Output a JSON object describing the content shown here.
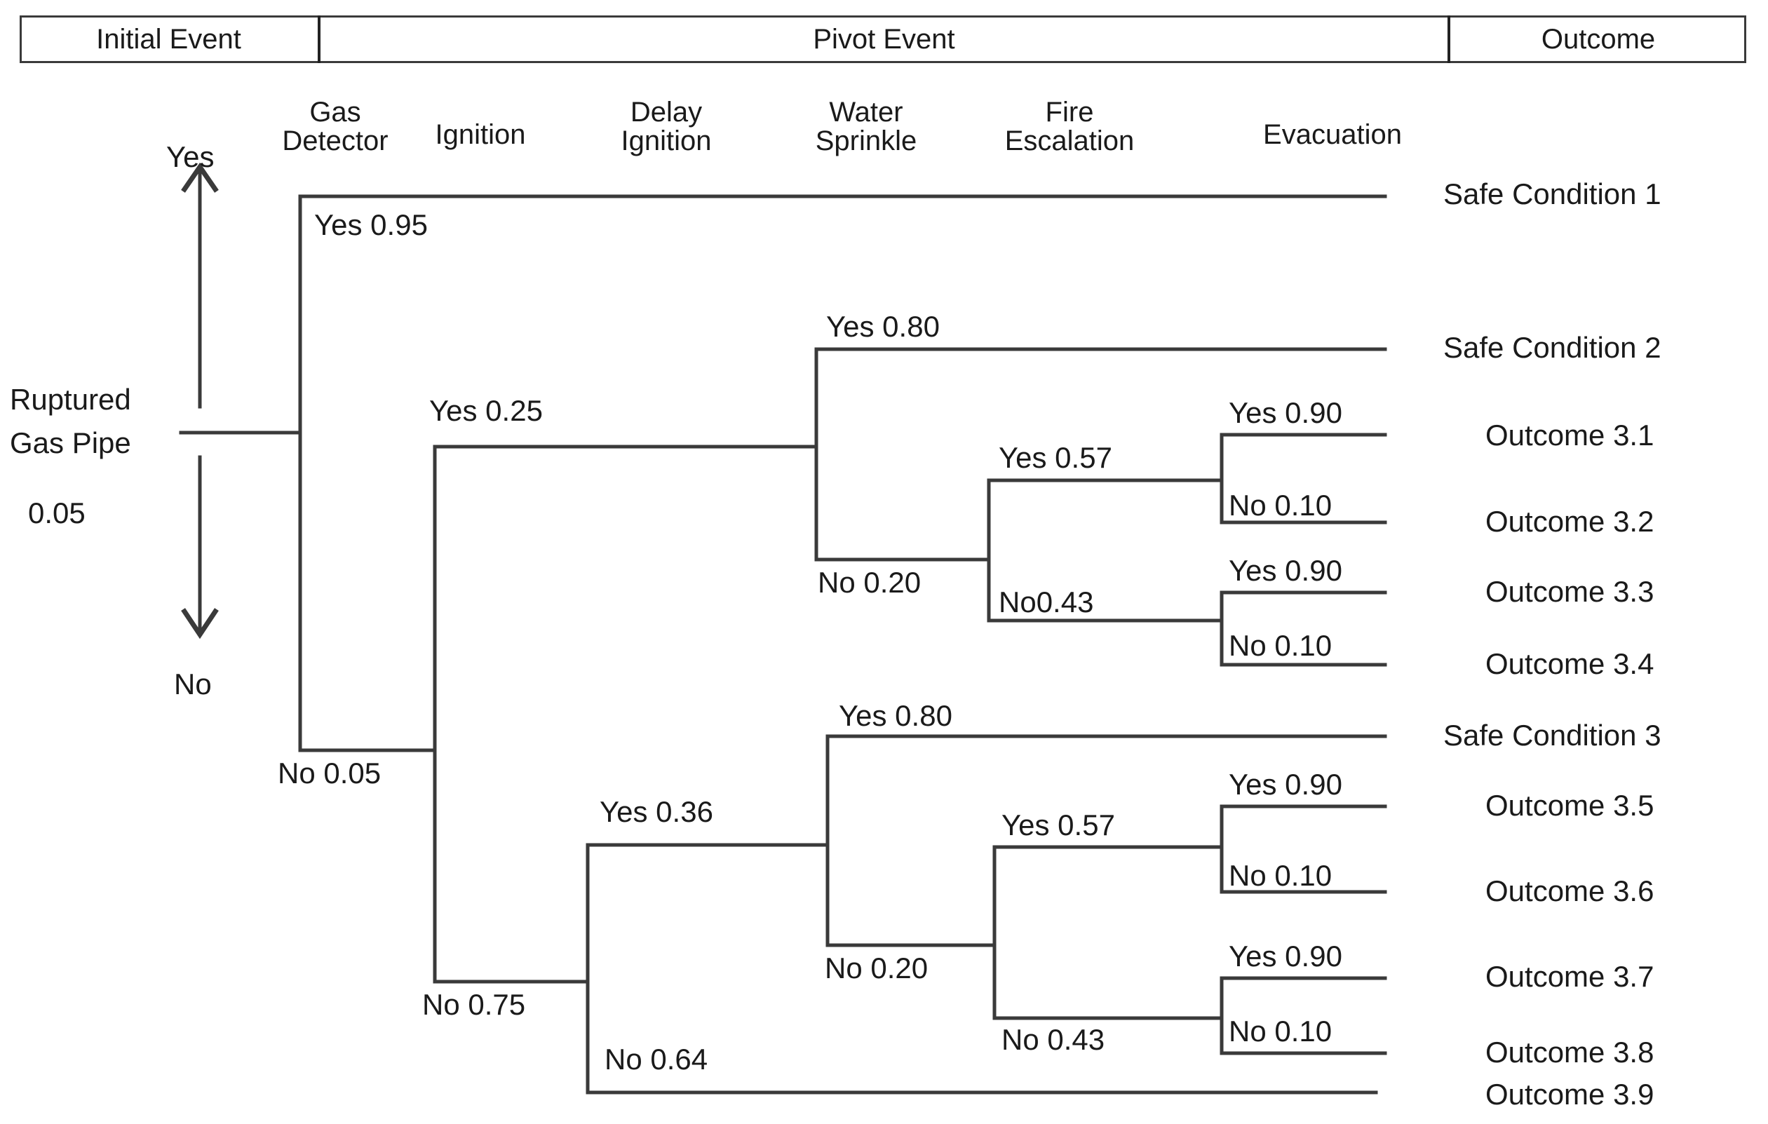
{
  "header": {
    "columns": [
      {
        "key": "initial",
        "label": "Initial Event"
      },
      {
        "key": "pivot",
        "label": "Pivot Event"
      },
      {
        "key": "outcome",
        "label": "Outcome"
      }
    ]
  },
  "pivot_columns": [
    {
      "key": "gas-detector",
      "line1": "Gas",
      "line2": "Detector"
    },
    {
      "key": "ignition",
      "line1": "",
      "line2": "Ignition"
    },
    {
      "key": "delay-ignition",
      "line1": "Delay",
      "line2": "Ignition"
    },
    {
      "key": "water-sprinkle",
      "line1": "Water",
      "line2": "Sprinkle"
    },
    {
      "key": "fire-escalation",
      "line1": "Fire",
      "line2": "Escalation"
    },
    {
      "key": "evacuation",
      "line1": "",
      "line2": "Evacuation"
    }
  ],
  "initial_event": {
    "yes_label": "Yes",
    "no_label": "No",
    "name_line1": "Ruptured",
    "name_line2": "Gas Pipe",
    "probability": "0.05"
  },
  "branches": {
    "gas_detector_yes": "Yes  0.95",
    "gas_detector_no": "No  0.05",
    "ignition_yes": "Yes  0.25",
    "ignition_no": "No  0.75",
    "delay_ignition_upper_yes": "Yes 0.80",
    "delay_ignition_upper_no": "No 0.20",
    "delay_ignition_lower_yes": "Yes 0.36",
    "delay_ignition_lower_no": "No 0.64",
    "water_sprinkle_lower_yes": "Yes 0.80",
    "water_sprinkle_lower_no": "No 0.20",
    "fire_escalation_u_yes": "Yes 0.57",
    "fire_escalation_u_no": "No0.43",
    "fire_escalation_l_yes": "Yes 0.57",
    "fire_escalation_l_no": "No  0.43",
    "evac_u1_yes": "Yes 0.90",
    "evac_u1_no": "No 0.10",
    "evac_u2_yes": "Yes 0.90",
    "evac_u2_no": "No 0.10",
    "evac_l1_yes": "Yes  0.90",
    "evac_l1_no": "No  0.10",
    "evac_l2_yes": "Yes 0.90",
    "evac_l2_no": "No 0.10"
  },
  "outcomes": [
    {
      "key": "safe-condition-1",
      "label": "Safe Condition 1"
    },
    {
      "key": "safe-condition-2",
      "label": "Safe Condition 2"
    },
    {
      "key": "outcome-3-1",
      "label": "Outcome 3.1"
    },
    {
      "key": "outcome-3-2",
      "label": "Outcome 3.2"
    },
    {
      "key": "outcome-3-3",
      "label": "Outcome 3.3"
    },
    {
      "key": "outcome-3-4",
      "label": "Outcome 3.4"
    },
    {
      "key": "safe-condition-3",
      "label": "Safe Condition 3"
    },
    {
      "key": "outcome-3-5",
      "label": "Outcome 3.5"
    },
    {
      "key": "outcome-3-6",
      "label": "Outcome 3.6"
    },
    {
      "key": "outcome-3-7",
      "label": "Outcome 3.7"
    },
    {
      "key": "outcome-3-8",
      "label": "Outcome 3.8"
    },
    {
      "key": "outcome-3-9",
      "label": "Outcome 3.9"
    }
  ],
  "colors": {
    "line": "#3a3a3a",
    "text": "#1a1a1a",
    "background": "#ffffff"
  },
  "chart_data": {
    "type": "tree",
    "title": "Event tree for ruptured gas pipe",
    "root": {
      "name": "Ruptured Gas Pipe",
      "probability": 0.05
    },
    "pivot_events": [
      "Gas Detector",
      "Ignition",
      "Delay Ignition",
      "Water Sprinkle",
      "Fire Escalation",
      "Evacuation"
    ],
    "paths": [
      {
        "outcome": "Safe Condition 1",
        "branches": [
          {
            "event": "Gas Detector",
            "answer": "Yes",
            "p": 0.95
          }
        ]
      },
      {
        "outcome": "Safe Condition 2",
        "branches": [
          {
            "event": "Gas Detector",
            "answer": "No",
            "p": 0.05
          },
          {
            "event": "Ignition",
            "answer": "Yes",
            "p": 0.25
          },
          {
            "event": "Delay Ignition",
            "answer": "Yes",
            "p": 0.8
          }
        ]
      },
      {
        "outcome": "Outcome 3.1",
        "branches": [
          {
            "event": "Gas Detector",
            "answer": "No",
            "p": 0.05
          },
          {
            "event": "Ignition",
            "answer": "Yes",
            "p": 0.25
          },
          {
            "event": "Delay Ignition",
            "answer": "No",
            "p": 0.2
          },
          {
            "event": "Fire Escalation",
            "answer": "Yes",
            "p": 0.57
          },
          {
            "event": "Evacuation",
            "answer": "Yes",
            "p": 0.9
          }
        ]
      },
      {
        "outcome": "Outcome 3.2",
        "branches": [
          {
            "event": "Gas Detector",
            "answer": "No",
            "p": 0.05
          },
          {
            "event": "Ignition",
            "answer": "Yes",
            "p": 0.25
          },
          {
            "event": "Delay Ignition",
            "answer": "No",
            "p": 0.2
          },
          {
            "event": "Fire Escalation",
            "answer": "Yes",
            "p": 0.57
          },
          {
            "event": "Evacuation",
            "answer": "No",
            "p": 0.1
          }
        ]
      },
      {
        "outcome": "Outcome 3.3",
        "branches": [
          {
            "event": "Gas Detector",
            "answer": "No",
            "p": 0.05
          },
          {
            "event": "Ignition",
            "answer": "Yes",
            "p": 0.25
          },
          {
            "event": "Delay Ignition",
            "answer": "No",
            "p": 0.2
          },
          {
            "event": "Fire Escalation",
            "answer": "No",
            "p": 0.43
          },
          {
            "event": "Evacuation",
            "answer": "Yes",
            "p": 0.9
          }
        ]
      },
      {
        "outcome": "Outcome 3.4",
        "branches": [
          {
            "event": "Gas Detector",
            "answer": "No",
            "p": 0.05
          },
          {
            "event": "Ignition",
            "answer": "Yes",
            "p": 0.25
          },
          {
            "event": "Delay Ignition",
            "answer": "No",
            "p": 0.2
          },
          {
            "event": "Fire Escalation",
            "answer": "No",
            "p": 0.43
          },
          {
            "event": "Evacuation",
            "answer": "No",
            "p": 0.1
          }
        ]
      },
      {
        "outcome": "Safe Condition 3",
        "branches": [
          {
            "event": "Gas Detector",
            "answer": "No",
            "p": 0.05
          },
          {
            "event": "Ignition",
            "answer": "No",
            "p": 0.75
          },
          {
            "event": "Delay Ignition",
            "answer": "Yes",
            "p": 0.36
          },
          {
            "event": "Water Sprinkle",
            "answer": "Yes",
            "p": 0.8
          }
        ]
      },
      {
        "outcome": "Outcome 3.5",
        "branches": [
          {
            "event": "Gas Detector",
            "answer": "No",
            "p": 0.05
          },
          {
            "event": "Ignition",
            "answer": "No",
            "p": 0.75
          },
          {
            "event": "Delay Ignition",
            "answer": "Yes",
            "p": 0.36
          },
          {
            "event": "Water Sprinkle",
            "answer": "No",
            "p": 0.2
          },
          {
            "event": "Fire Escalation",
            "answer": "Yes",
            "p": 0.57
          },
          {
            "event": "Evacuation",
            "answer": "Yes",
            "p": 0.9
          }
        ]
      },
      {
        "outcome": "Outcome 3.6",
        "branches": [
          {
            "event": "Gas Detector",
            "answer": "No",
            "p": 0.05
          },
          {
            "event": "Ignition",
            "answer": "No",
            "p": 0.75
          },
          {
            "event": "Delay Ignition",
            "answer": "Yes",
            "p": 0.36
          },
          {
            "event": "Water Sprinkle",
            "answer": "No",
            "p": 0.2
          },
          {
            "event": "Fire Escalation",
            "answer": "Yes",
            "p": 0.57
          },
          {
            "event": "Evacuation",
            "answer": "No",
            "p": 0.1
          }
        ]
      },
      {
        "outcome": "Outcome 3.7",
        "branches": [
          {
            "event": "Gas Detector",
            "answer": "No",
            "p": 0.05
          },
          {
            "event": "Ignition",
            "answer": "No",
            "p": 0.75
          },
          {
            "event": "Delay Ignition",
            "answer": "Yes",
            "p": 0.36
          },
          {
            "event": "Water Sprinkle",
            "answer": "No",
            "p": 0.2
          },
          {
            "event": "Fire Escalation",
            "answer": "No",
            "p": 0.43
          },
          {
            "event": "Evacuation",
            "answer": "Yes",
            "p": 0.9
          }
        ]
      },
      {
        "outcome": "Outcome 3.8",
        "branches": [
          {
            "event": "Gas Detector",
            "answer": "No",
            "p": 0.05
          },
          {
            "event": "Ignition",
            "answer": "No",
            "p": 0.75
          },
          {
            "event": "Delay Ignition",
            "answer": "Yes",
            "p": 0.36
          },
          {
            "event": "Water Sprinkle",
            "answer": "No",
            "p": 0.2
          },
          {
            "event": "Fire Escalation",
            "answer": "No",
            "p": 0.43
          },
          {
            "event": "Evacuation",
            "answer": "No",
            "p": 0.1
          }
        ]
      },
      {
        "outcome": "Outcome 3.9",
        "branches": [
          {
            "event": "Gas Detector",
            "answer": "No",
            "p": 0.05
          },
          {
            "event": "Ignition",
            "answer": "No",
            "p": 0.75
          },
          {
            "event": "Delay Ignition",
            "answer": "No",
            "p": 0.64
          }
        ]
      }
    ]
  }
}
